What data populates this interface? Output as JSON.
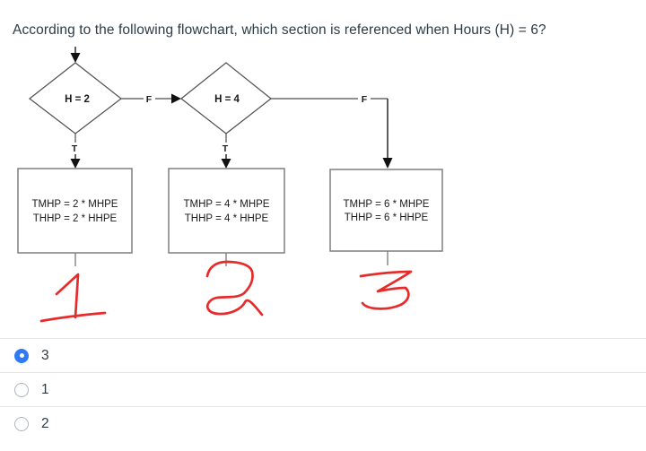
{
  "question": {
    "text": "According to the following flowchart, which section is referenced when Hours (H) = 6?"
  },
  "flowchart": {
    "decisions": [
      {
        "label": "H = 2",
        "true_label": "T",
        "false_label": "F"
      },
      {
        "label": "H = 4",
        "true_label": "T",
        "false_label": "F"
      }
    ],
    "boxes": [
      {
        "line1": "TMHP = 2 * MHPE",
        "line2": "THHP = 2 * HHPE"
      },
      {
        "line1": "TMHP = 4 * MHPE",
        "line2": "THHP = 4 * HHPE"
      },
      {
        "line1": "TMHP = 6 * MHPE",
        "line2": "THHP = 6 * HHPE"
      }
    ],
    "annotations": [
      {
        "value": "1"
      },
      {
        "value": "2"
      },
      {
        "value": "3"
      }
    ]
  },
  "options": [
    {
      "label": "3",
      "selected": true
    },
    {
      "label": "1",
      "selected": false
    },
    {
      "label": "2",
      "selected": false
    }
  ],
  "colors": {
    "accent_blue": "#2f7bf6",
    "annotation_red": "#e62b2b",
    "text_dark": "#2d3b45",
    "flow_line": "#4d4d4d",
    "box_border": "#7f7f7f",
    "divider": "#e4e6e8"
  }
}
